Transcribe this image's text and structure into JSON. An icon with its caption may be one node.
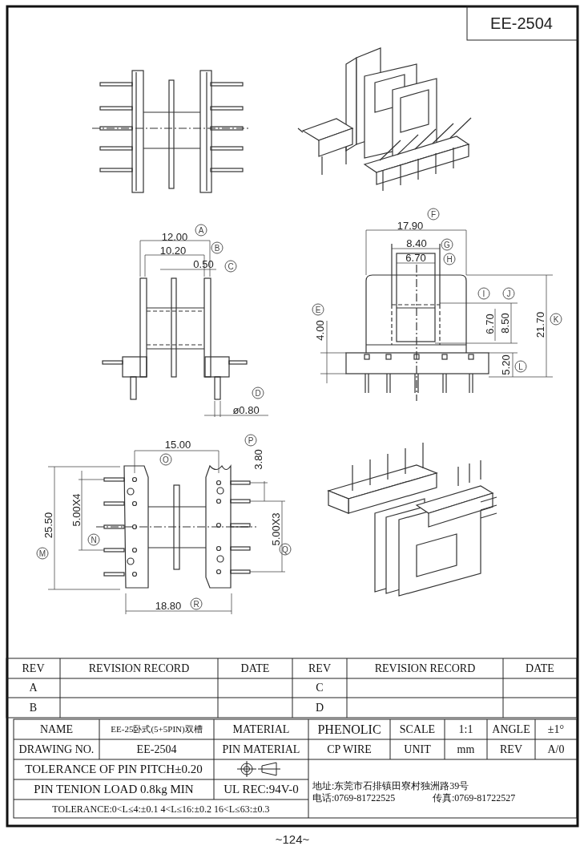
{
  "diagram": {
    "title": "EE-2504",
    "caption": "~124~",
    "labels": [
      "12.00",
      "A",
      "10.20",
      "B",
      "0.50",
      "C",
      "D",
      "ø0.80",
      "F",
      "17.90",
      "8.40",
      "G",
      "6.70",
      "H",
      "E",
      "4.00",
      "I",
      "J",
      "6.70",
      "8.50",
      "21.70",
      "K",
      "5.20",
      "L",
      "15.00",
      "P",
      "O",
      "3.80",
      "25.50",
      "M",
      "5.00X4",
      "N",
      "5.00X3",
      "Q",
      "18.80",
      "R",
      "REV",
      "REVISION RECORD",
      "DATE",
      "REV",
      "REVISION RECORD",
      "DATE",
      "A",
      "C",
      "B",
      "D",
      "NAME",
      "EE-25卧式(5+5PIN)双槽",
      "MATERIAL",
      "PHENOLIC",
      "SCALE",
      "1:1",
      "ANGLE",
      "±1°",
      "DRAWING NO.",
      "EE-2504",
      "PIN MATERIAL",
      "CP WIRE",
      "UNIT",
      "mm",
      "REV",
      "A/0",
      "TOLERANCE OF PIN PITCH±0.20",
      "PIN TENION LOAD 0.8kg MIN",
      "UL REC:94V-0",
      "TOLERANCE:0<L≤4:±0.1  4<L≤16:±0.2  16<L≤63:±0.3",
      "地址:东莞市石排镇田寮村独洲路39号",
      "电话:0769-81722525",
      "传真:0769-81722527"
    ]
  }
}
